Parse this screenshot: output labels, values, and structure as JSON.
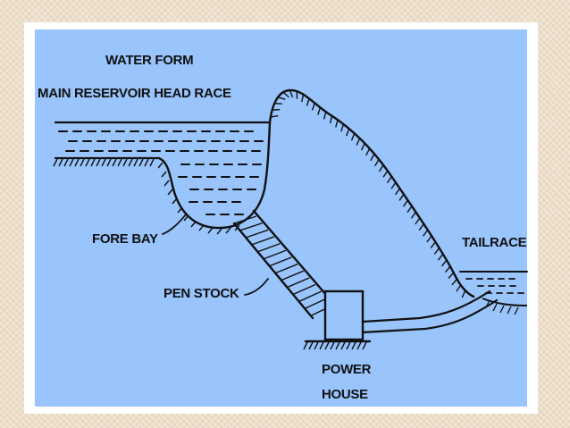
{
  "labels": {
    "source_line1": "WATER FORM",
    "source_line2": "MAIN RESERVOIR HEAD RACE",
    "fore_bay": "FORE BAY",
    "pen_stock": "PEN STOCK",
    "tail_race": "TAILRACE",
    "power_house_line1": "POWER",
    "power_house_line2": "HOUSE"
  },
  "colors": {
    "background": "#f1e6d6",
    "frame": "#ffffff",
    "panel": "#99c4fc",
    "ink": "#111111"
  }
}
